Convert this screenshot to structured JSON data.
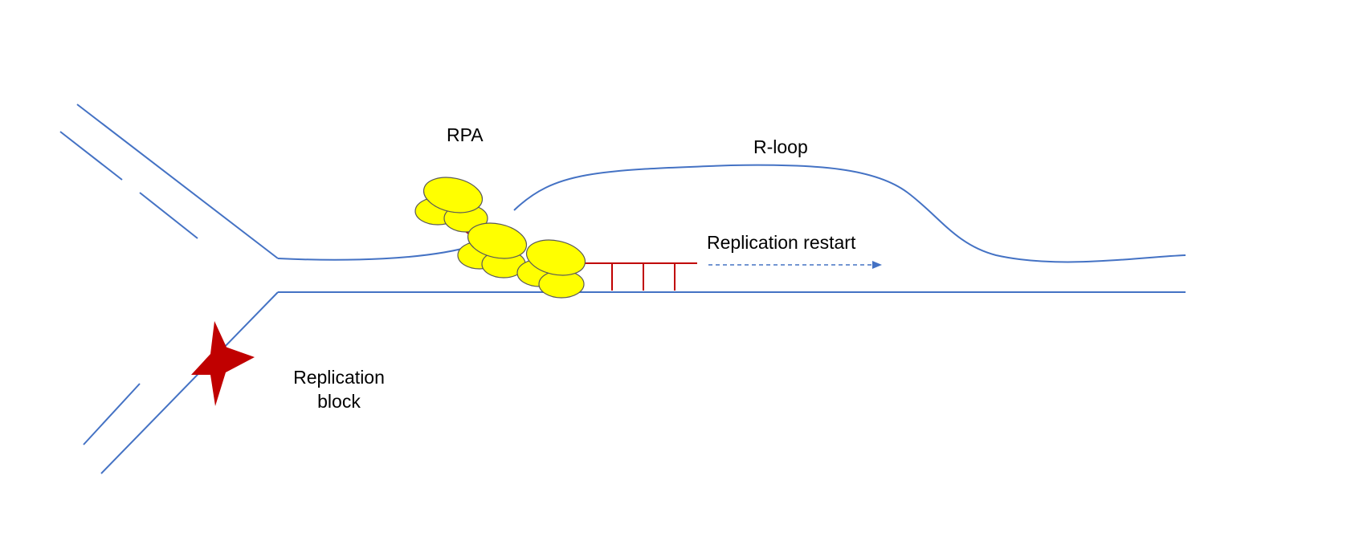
{
  "labels": {
    "rpa": "RPA",
    "r_loop": "R-loop",
    "replication_restart": "Replication restart",
    "replication_block_line1": "Replication",
    "replication_block_line2": "block"
  },
  "colors": {
    "dna_strand": "#4472c4",
    "rna_primer": "#c00000",
    "rpa_fill": "#ffff00",
    "rpa_outline": "#595959",
    "block_star": "#c00000",
    "text": "#000000"
  }
}
